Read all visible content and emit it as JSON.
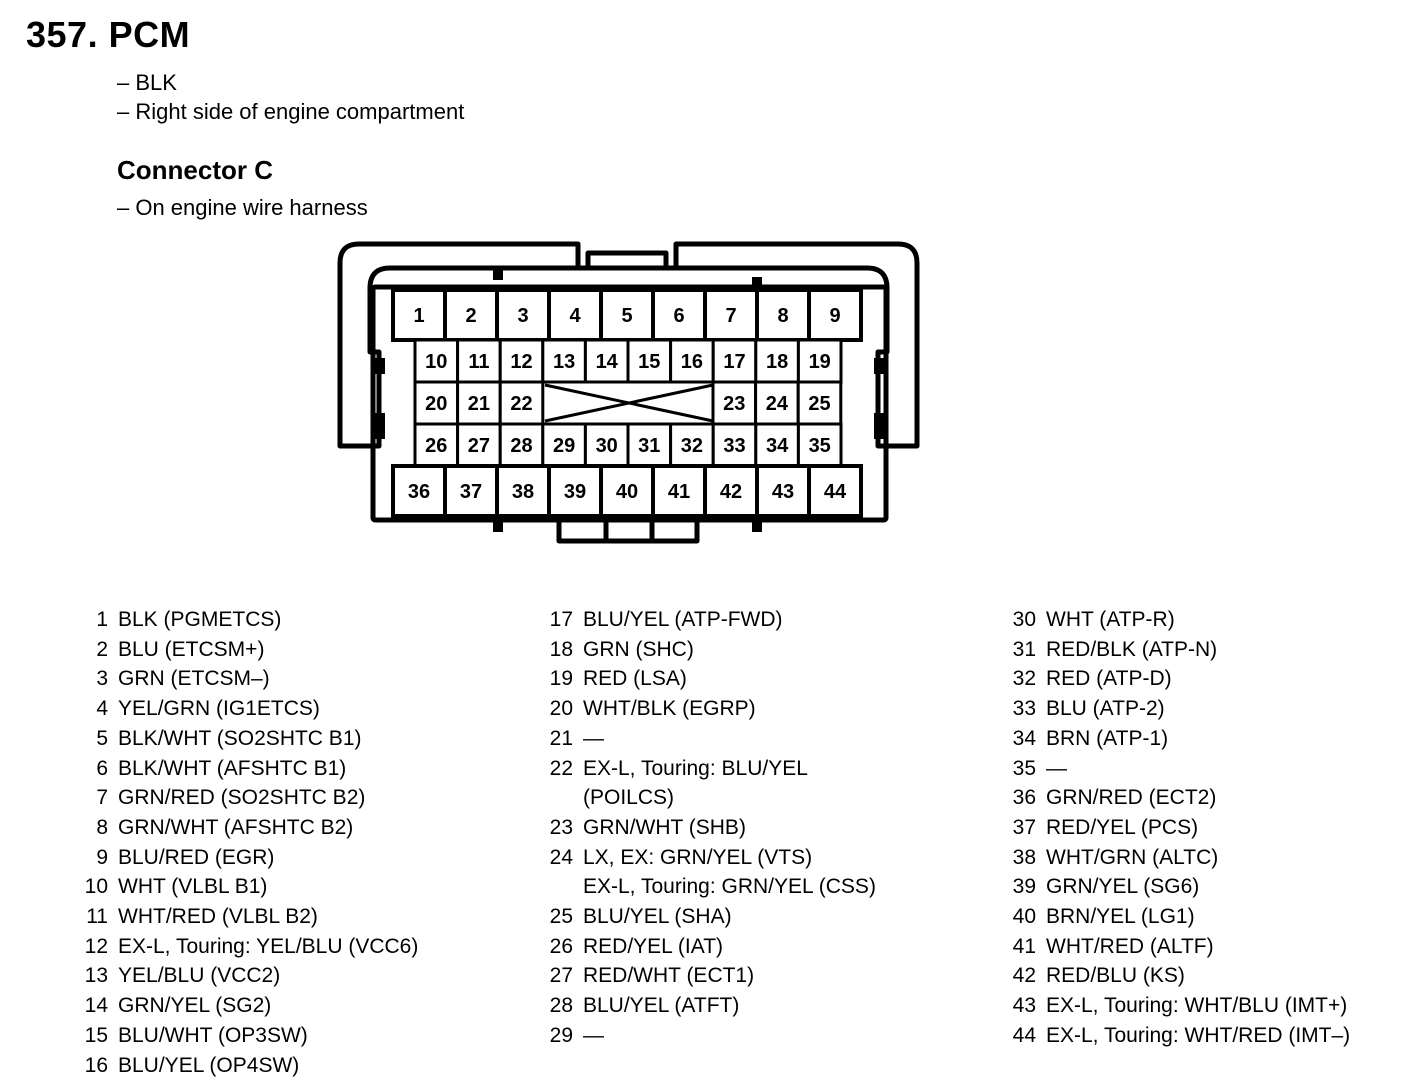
{
  "header": {
    "title": "357. PCM",
    "color_line": "– BLK",
    "location_line": "– Right side of engine compartment",
    "connector_title": "Connector C",
    "connector_location": "– On engine wire harness"
  },
  "connector": {
    "row_top": [
      "1",
      "2",
      "3",
      "4",
      "5",
      "6",
      "7",
      "8",
      "9"
    ],
    "row_mid1": [
      "10",
      "11",
      "12",
      "13",
      "14",
      "15",
      "16",
      "17",
      "18",
      "19"
    ],
    "row_mid2_left": [
      "20",
      "21",
      "22"
    ],
    "row_mid2_right": [
      "23",
      "24",
      "25"
    ],
    "row_mid3": [
      "26",
      "27",
      "28",
      "29",
      "30",
      "31",
      "32",
      "33",
      "34",
      "35"
    ],
    "row_bottom": [
      "36",
      "37",
      "38",
      "39",
      "40",
      "41",
      "42",
      "43",
      "44"
    ]
  },
  "pins": {
    "col1": [
      {
        "num": "1",
        "desc": "BLK (PGMETCS)"
      },
      {
        "num": "2",
        "desc": "BLU (ETCSM+)"
      },
      {
        "num": "3",
        "desc": "GRN (ETCSM–)"
      },
      {
        "num": "4",
        "desc": "YEL/GRN (IG1ETCS)"
      },
      {
        "num": "5",
        "desc": "BLK/WHT (SO2SHTC B1)"
      },
      {
        "num": "6",
        "desc": "BLK/WHT (AFSHTC B1)"
      },
      {
        "num": "7",
        "desc": "GRN/RED (SO2SHTC B2)"
      },
      {
        "num": "8",
        "desc": "GRN/WHT (AFSHTC B2)"
      },
      {
        "num": "9",
        "desc": "BLU/RED (EGR)"
      },
      {
        "num": "10",
        "desc": "WHT (VLBL B1)"
      },
      {
        "num": "11",
        "desc": "WHT/RED (VLBL B2)"
      },
      {
        "num": "12",
        "desc": "EX-L, Touring: YEL/BLU (VCC6)"
      },
      {
        "num": "13",
        "desc": "YEL/BLU (VCC2)"
      },
      {
        "num": "14",
        "desc": "GRN/YEL (SG2)"
      },
      {
        "num": "15",
        "desc": "BLU/WHT (OP3SW)"
      },
      {
        "num": "16",
        "desc": "BLU/YEL (OP4SW)"
      }
    ],
    "col2": [
      {
        "num": "17",
        "desc": "BLU/YEL (ATP-FWD)"
      },
      {
        "num": "18",
        "desc": "GRN (SHC)"
      },
      {
        "num": "19",
        "desc": "RED (LSA)"
      },
      {
        "num": "20",
        "desc": "WHT/BLK (EGRP)"
      },
      {
        "num": "21",
        "desc": "—"
      },
      {
        "num": "22",
        "desc": "EX-L, Touring: BLU/YEL\n(POILCS)"
      },
      {
        "num": "23",
        "desc": "GRN/WHT (SHB)"
      },
      {
        "num": "24",
        "desc": "LX, EX: GRN/YEL (VTS)\nEX-L, Touring: GRN/YEL (CSS)"
      },
      {
        "num": "25",
        "desc": "BLU/YEL (SHA)"
      },
      {
        "num": "26",
        "desc": "RED/YEL (IAT)"
      },
      {
        "num": "27",
        "desc": "RED/WHT (ECT1)"
      },
      {
        "num": "28",
        "desc": "BLU/YEL (ATFT)"
      },
      {
        "num": "29",
        "desc": "—"
      }
    ],
    "col3": [
      {
        "num": "30",
        "desc": "WHT (ATP-R)"
      },
      {
        "num": "31",
        "desc": "RED/BLK (ATP-N)"
      },
      {
        "num": "32",
        "desc": "RED (ATP-D)"
      },
      {
        "num": "33",
        "desc": "BLU (ATP-2)"
      },
      {
        "num": "34",
        "desc": "BRN (ATP-1)"
      },
      {
        "num": "35",
        "desc": "—"
      },
      {
        "num": "36",
        "desc": "GRN/RED (ECT2)"
      },
      {
        "num": "37",
        "desc": "RED/YEL (PCS)"
      },
      {
        "num": "38",
        "desc": "WHT/GRN (ALTC)"
      },
      {
        "num": "39",
        "desc": "GRN/YEL (SG6)"
      },
      {
        "num": "40",
        "desc": "BRN/YEL (LG1)"
      },
      {
        "num": "41",
        "desc": "WHT/RED (ALTF)"
      },
      {
        "num": "42",
        "desc": "RED/BLU (KS)"
      },
      {
        "num": "43",
        "desc": "EX-L, Touring: WHT/BLU (IMT+)"
      },
      {
        "num": "44",
        "desc": "EX-L, Touring: WHT/RED (IMT–)"
      }
    ]
  }
}
